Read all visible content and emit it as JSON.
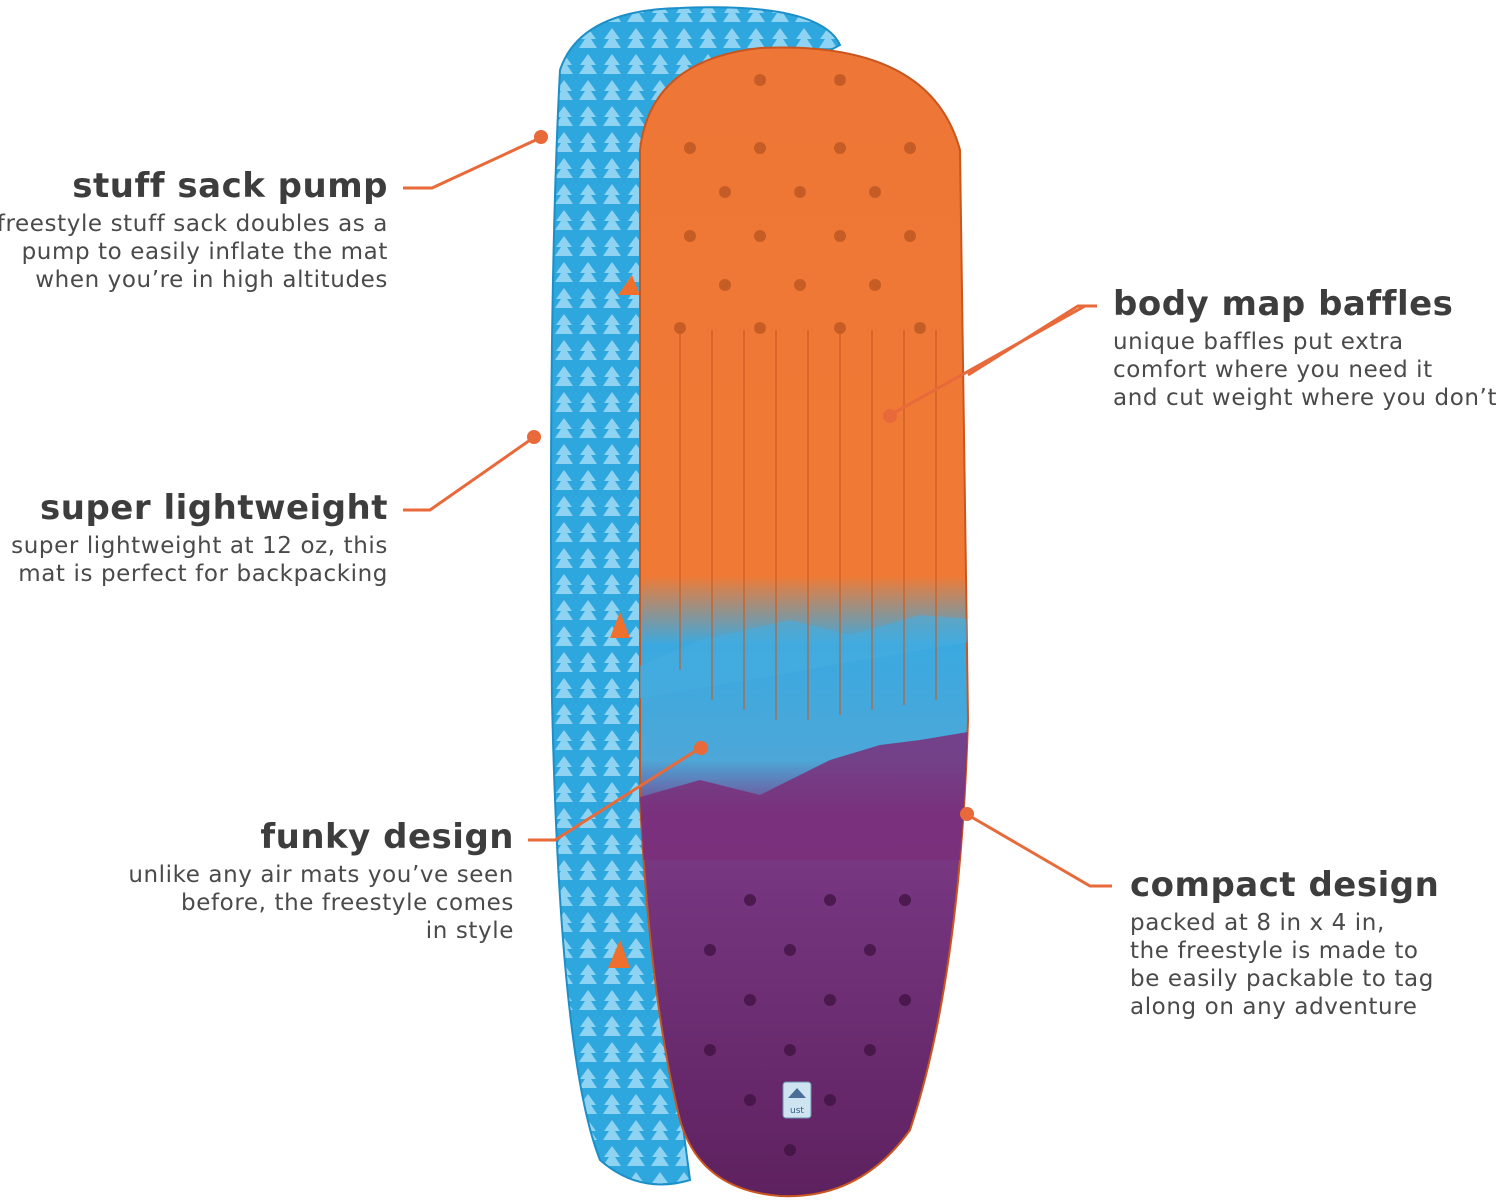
{
  "colors": {
    "leader": "#e8693a",
    "orange_pad": "#ee7636",
    "blue_pad": "#2ea6de",
    "purple_pad": "#6d2a6c",
    "heading_text": "#3d3d3d"
  },
  "callouts": {
    "stuff_sack_pump": {
      "title": "stuff sack pump",
      "lines": [
        "freestyle stuff sack doubles as a",
        "pump to easily inflate the mat",
        "when you’re in high altitudes"
      ]
    },
    "super_lightweight": {
      "title": "super lightweight",
      "lines": [
        "super lightweight at 12 oz, this",
        "mat is perfect for backpacking"
      ]
    },
    "funky_design": {
      "title": "funky design",
      "lines": [
        "unlike any air mats you’ve seen",
        "before, the freestyle comes",
        "in style"
      ]
    },
    "body_map_baffles": {
      "title": "body map baffles",
      "lines": [
        "unique baffles put extra",
        "comfort where you need it",
        "and cut weight where you don’t"
      ]
    },
    "compact_design": {
      "title": "compact design",
      "lines": [
        "packed at 8 in x 4 in,",
        "the freestyle is made to",
        "be easily packable to tag",
        "along on any adventure"
      ]
    },
    "logo_text": "ust"
  }
}
